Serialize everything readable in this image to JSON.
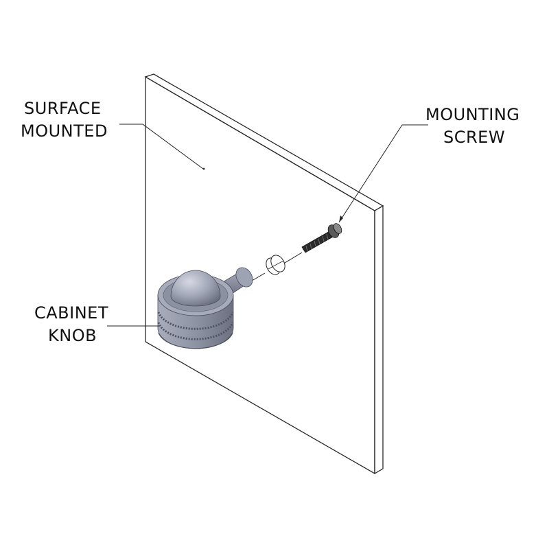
{
  "labels": {
    "surface": [
      "SURFACE",
      "MOUNTED"
    ],
    "screw": [
      "MOUNTING",
      "SCREW"
    ],
    "knob": [
      "CABINET",
      "KNOB"
    ]
  },
  "colors": {
    "metal_light": "#b9bdca",
    "metal_mid": "#8f94a5",
    "metal_dark": "#5f6373",
    "screw": "#2b2b2b",
    "line": "#222222"
  }
}
